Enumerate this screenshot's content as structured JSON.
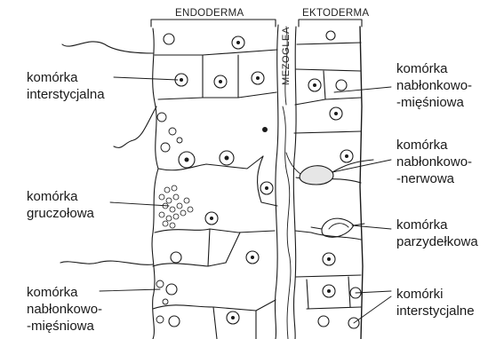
{
  "headers": {
    "endoderm": "ENDODERMA",
    "mesoglea": "MEZOGLEA",
    "ectoderm": "EKTODERMA"
  },
  "left_labels": {
    "interstitial": [
      "komórka",
      "interstycjalna"
    ],
    "glandular": [
      "komórka",
      "gruczołowa"
    ],
    "epitheliomuscular": [
      "komórka",
      "nabłonkowo-",
      "-mięśniowa"
    ]
  },
  "right_labels": {
    "epitheliomuscular": [
      "komórka",
      "nabłonkowo-",
      "-mięśniowa"
    ],
    "epitheliosensory": [
      "komórka",
      "nabłonkowo-",
      "-nerwowa"
    ],
    "cnidocyte": [
      "komórka",
      "parzydełkowa"
    ],
    "interstitial": [
      "komórki",
      "interstycjalne"
    ]
  }
}
